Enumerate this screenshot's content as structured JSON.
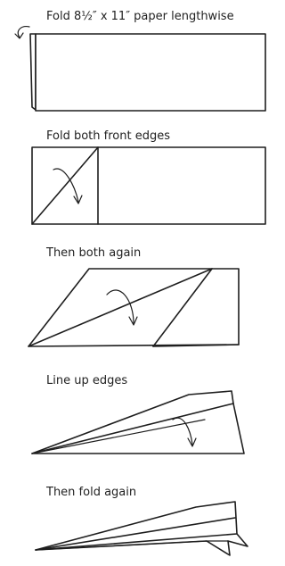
{
  "steps": [
    {
      "caption": "Fold 8½″ x 11″ paper lengthwise"
    },
    {
      "caption": "Fold both front edges"
    },
    {
      "caption": "Then both again"
    },
    {
      "caption": "Line up edges"
    },
    {
      "caption": "Then fold again"
    }
  ]
}
